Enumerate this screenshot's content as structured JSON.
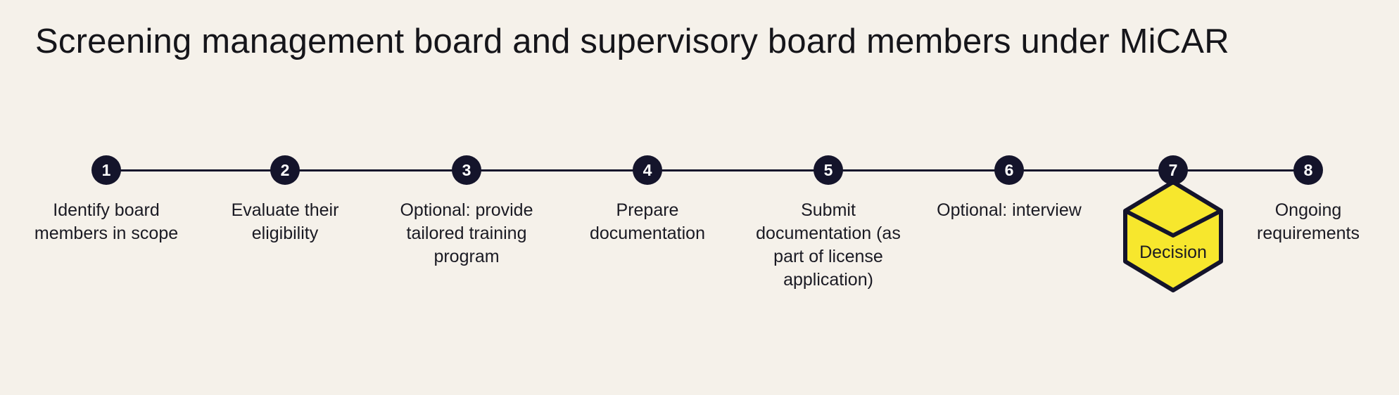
{
  "title": "Screening management board and supervisory board members under MiCAR",
  "colors": {
    "background": "#F5F1EA",
    "navy": "#14142B",
    "yellow": "#F7E72D",
    "text": "#1A1A23"
  },
  "steps": [
    {
      "number": "1",
      "label": "Identify board\nmembers in scope"
    },
    {
      "number": "2",
      "label": "Evaluate their\neligibility"
    },
    {
      "number": "3",
      "label": "Optional: provide\ntailored training\nprogram"
    },
    {
      "number": "4",
      "label": "Prepare\ndocumentation"
    },
    {
      "number": "5",
      "label": "Submit\ndocumentation (as\npart of license\napplication)"
    },
    {
      "number": "6",
      "label": "Optional: interview"
    },
    {
      "number": "7",
      "label": "",
      "decision": "Decision"
    },
    {
      "number": "8",
      "label": "Ongoing\nrequirements"
    }
  ]
}
